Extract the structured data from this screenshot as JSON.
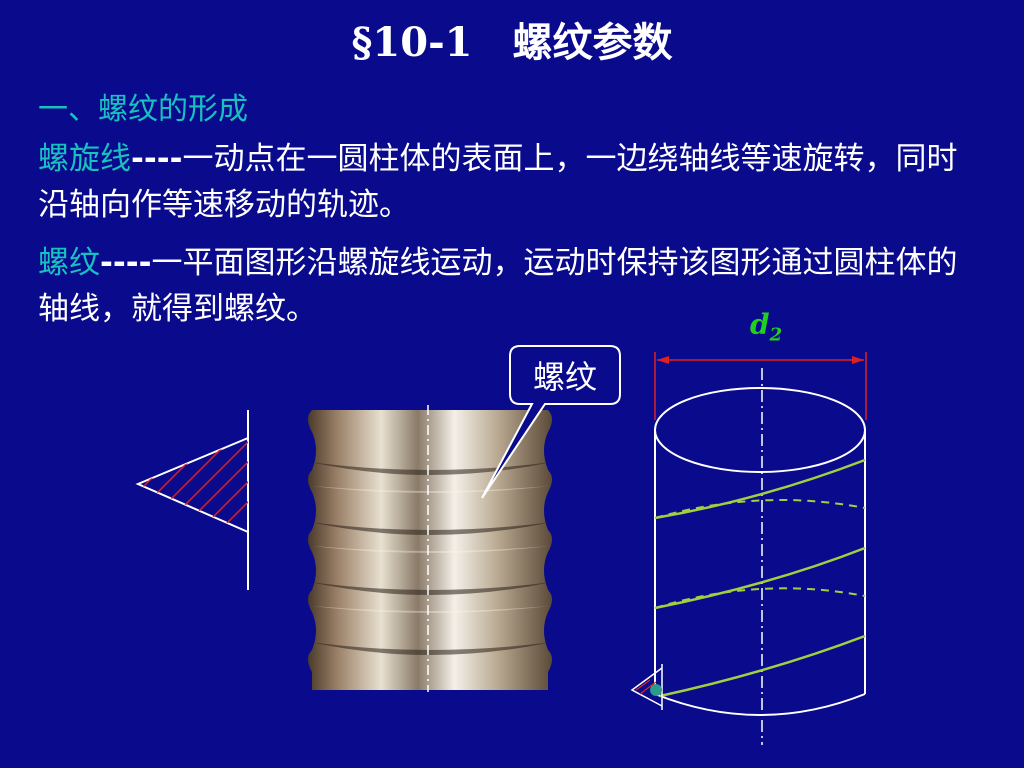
{
  "title": {
    "number": "§10-1",
    "text": "螺纹参数"
  },
  "section": "一、螺纹的形成",
  "paragraphs": [
    {
      "term": "螺旋线",
      "dash": "----",
      "text": "一动点在一圆柱体的表面上，一边绕轴线等速旋转，同时沿轴向作等速移动的轨迹。"
    },
    {
      "term": "螺纹",
      "dash": "----",
      "text": "一平面图形沿螺旋线运动，运动时保持该图形通过圆柱体的轴线，就得到螺纹。"
    }
  ],
  "callout": "螺纹",
  "dimension": {
    "symbol": "d",
    "subscript": "2"
  },
  "colors": {
    "background": "#0a0a8c",
    "accent_text": "#18c0c0",
    "dimension_line": "#e02020",
    "helix": "#a0d040",
    "dimension_label": "#20d020"
  }
}
